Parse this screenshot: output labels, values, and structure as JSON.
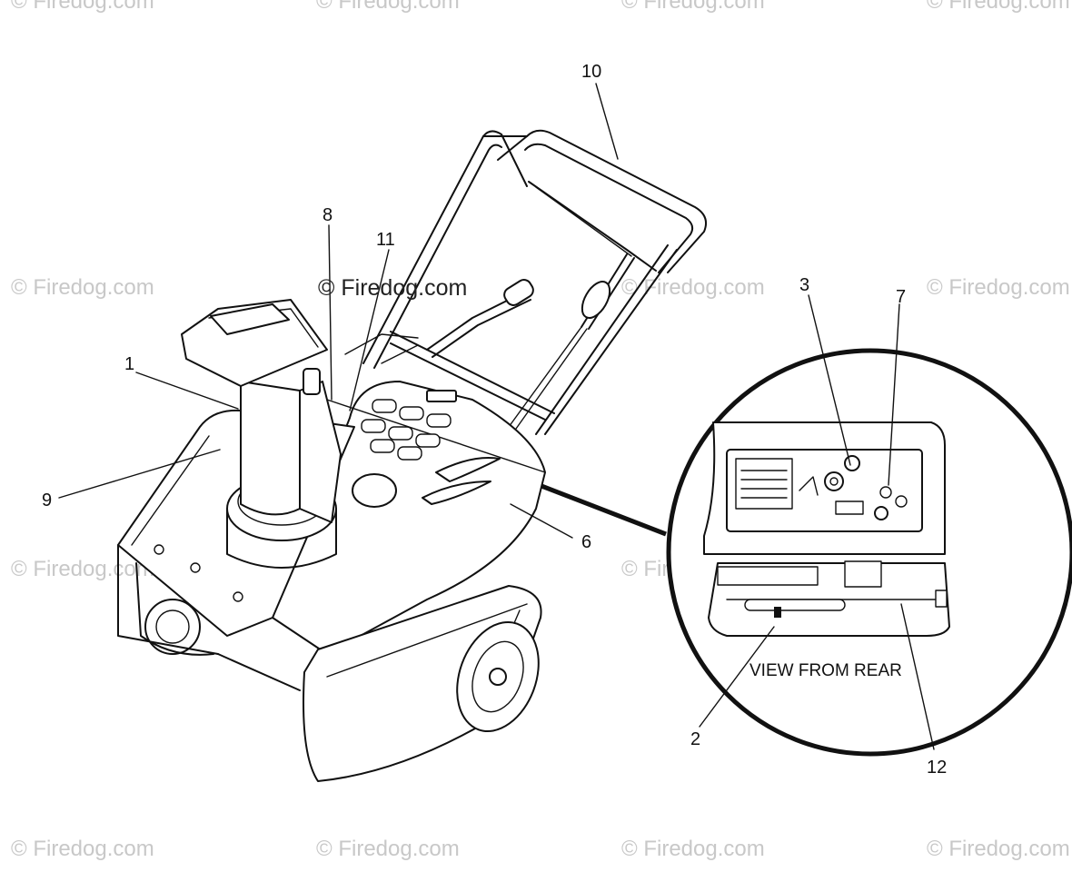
{
  "watermark": "© Firedog.com",
  "center_watermark": "© Firedog.com",
  "callouts": {
    "c1": "1",
    "c2": "2",
    "c3": "3",
    "c6": "6",
    "c7": "7",
    "c8": "8",
    "c9": "9",
    "c10": "10",
    "c11": "11",
    "c12": "12"
  },
  "inset_caption": "VIEW FROM REAR"
}
